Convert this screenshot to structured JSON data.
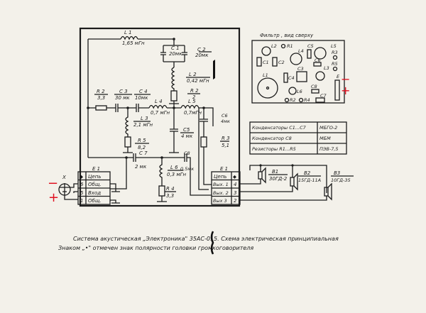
{
  "components": {
    "L1": {
      "name": "L 1",
      "value": "1,65 мГн"
    },
    "C1": {
      "name": "C 1",
      "value": "20мк"
    },
    "C2": {
      "name": "C 2",
      "value": "20мк"
    },
    "L2": {
      "name": "L 2",
      "value": "0,42 мГн"
    },
    "R2a": {
      "name": "R 2",
      "value": "2"
    },
    "R2": {
      "name": "R 2",
      "value": "3,3"
    },
    "C3": {
      "name": "C 3",
      "value": "30 мк"
    },
    "C4": {
      "name": "C 4",
      "value": "10мк"
    },
    "L4": {
      "name": "L 4",
      "value": "0,7 мГн"
    },
    "L5": {
      "name": "L 5",
      "value": "0,7мГн"
    },
    "C6": {
      "name": "C6",
      "value": "4мк"
    },
    "L3": {
      "name": "L 3",
      "value": "2,1 мГн"
    },
    "C5": {
      "name": "C5",
      "value": "4 мк"
    },
    "R5": {
      "name": "R 5",
      "value": "8,2"
    },
    "R3": {
      "name": "R 3",
      "value": "5,1"
    },
    "C7": {
      "name": "C 7",
      "value": "2 мк"
    },
    "C8": {
      "name": "C8",
      "value": "0,5мк"
    },
    "L6": {
      "name": "L 6",
      "value": "0,3 мГн"
    },
    "R4": {
      "name": "R 4",
      "value": "3,3"
    }
  },
  "connector_x": {
    "label": "X",
    "minus": "−",
    "plus": "+"
  },
  "e1_left": {
    "title": "E 1",
    "header": {
      "pin": "◆",
      "label": "Цепь"
    },
    "rows": [
      {
        "pin": "6",
        "label": "Общ."
      },
      {
        "pin": "5",
        "label": "Вход"
      },
      {
        "pin": "1",
        "label": "Общ."
      }
    ]
  },
  "e1_right": {
    "title": "E 1",
    "header": {
      "label": "Цепь",
      "pin": "◆"
    },
    "rows": [
      {
        "label": "Вых. 1",
        "pin": "4"
      },
      {
        "label": "Вых. 2",
        "pin": "3"
      },
      {
        "label": "Вых 3",
        "pin": "2"
      }
    ]
  },
  "speakers": [
    {
      "name": "B1",
      "model": "30ГД-2"
    },
    {
      "name": "B2",
      "model": "15ГД-11А"
    },
    {
      "name": "B3",
      "model": "10ГД-35"
    }
  ],
  "filter_layout": {
    "title": "Фильтр , вид сверху",
    "labels": [
      "L2",
      "R1",
      "C5",
      "L5",
      "L4",
      "R3",
      "C1",
      "C2",
      "C6",
      "R5",
      "C3",
      "L3",
      "L1",
      "C4",
      "E",
      "L6",
      "C8",
      "C7",
      "R2",
      "R4"
    ],
    "minus": "−",
    "plus": "+"
  },
  "parts_table": [
    {
      "item": "Конденсаторы  С1...С7",
      "type": "МБГО-2"
    },
    {
      "item": "Конденсатор   С8",
      "type": "МБМ"
    },
    {
      "item": "Резисторы   R1...R5",
      "type": "ПЭВ-7,5"
    }
  ],
  "caption": {
    "line1": "Система акустическая „Электроника\" 35АС-015. Схема электрическая принципиальная",
    "line2": "Знаком „•\" отмечен знак полярности головки громкоговорителя"
  }
}
